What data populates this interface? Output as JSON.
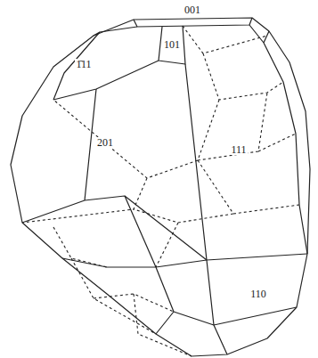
{
  "diagram": {
    "labels": [
      "001",
      "101",
      "1̄11",
      "201",
      "111",
      "110"
    ]
  }
}
